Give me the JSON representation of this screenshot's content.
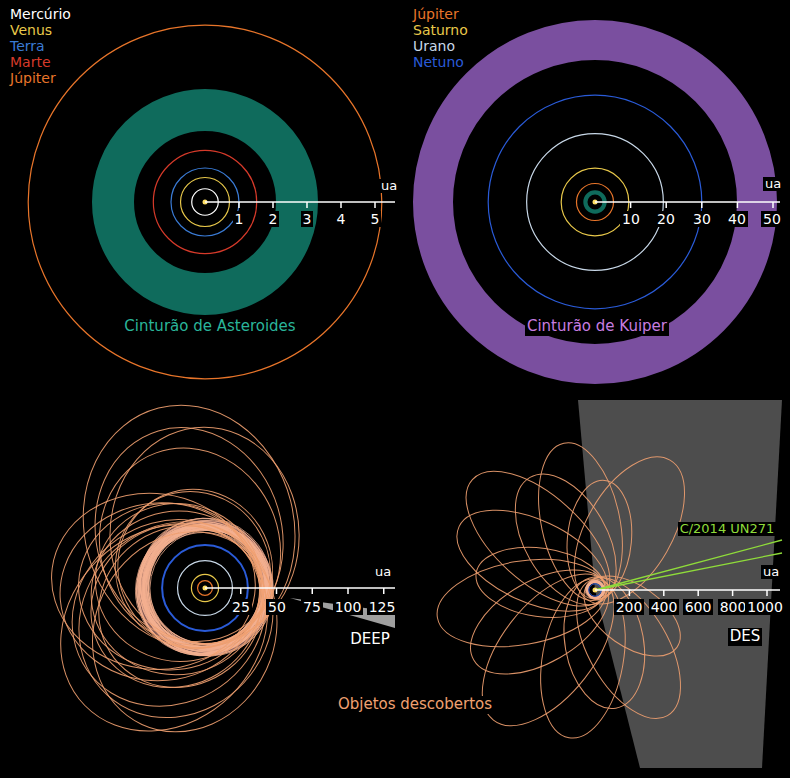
{
  "diagram": {
    "labels": [
      "ua",
      "1",
      "2",
      "3",
      "4",
      "5",
      "Cinturão de Asteroides",
      "ua",
      "10",
      "20",
      "30",
      "40",
      "50",
      "Cinturão de Kuiper",
      "ua",
      "25",
      "50",
      "75",
      "100",
      "125",
      "DEEP",
      "C/2014 UN271",
      "ua",
      "200",
      "400",
      "600",
      "800",
      "1000",
      "DES",
      "Objetos descobertos"
    ],
    "legend": [
      {
        "text": "Mercúrio",
        "color": "#ffffff"
      },
      {
        "text": "Venus",
        "color": "#e8c84a"
      },
      {
        "text": "Terra",
        "color": "#3a7bd5"
      },
      {
        "text": "Marte",
        "color": "#d63a2a"
      },
      {
        "text": "Júpiter",
        "color": "#e8752a"
      },
      {
        "text": "Júpiter",
        "color": "#e8752a"
      },
      {
        "text": "Saturno",
        "color": "#e8c84a"
      },
      {
        "text": "Urano",
        "color": "#c8d8e8"
      },
      {
        "text": "Netuno",
        "color": "#2a5bd8"
      }
    ]
  }
}
